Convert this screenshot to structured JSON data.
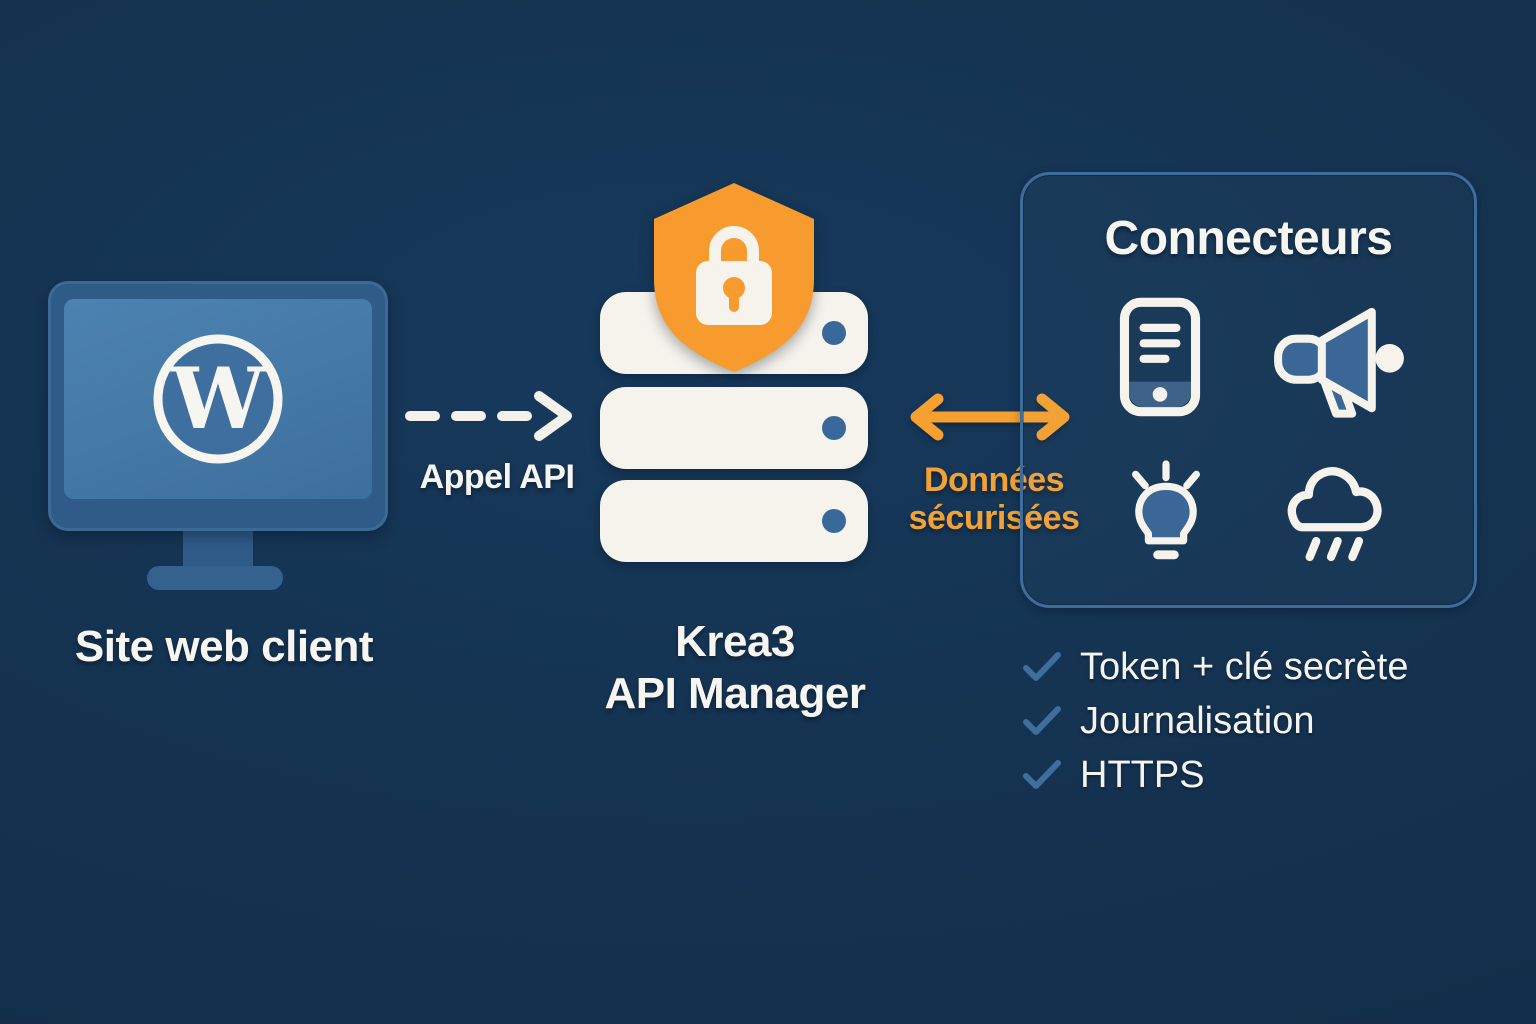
{
  "client_node": {
    "label": "Site web client",
    "icon": "wordpress-monitor-icon"
  },
  "api_call_edge": {
    "label": "Appel API",
    "style": "dashed-arrow-right"
  },
  "api_manager_node": {
    "title_line1": "Krea3",
    "title_line2": "API Manager",
    "icon": "server-stack-shield-lock-icon"
  },
  "secure_data_edge": {
    "label_line1": "Données",
    "label_line2": "sécurisées",
    "style": "double-headed-arrow"
  },
  "connectors_panel": {
    "title": "Connecteurs",
    "icons": [
      "smartphone-icon",
      "megaphone-icon",
      "lightbulb-icon",
      "rain-cloud-icon"
    ]
  },
  "checklist": {
    "items": [
      "Token + clé secrète",
      "Journalisation",
      "HTTPS"
    ]
  },
  "colors": {
    "background": "#14324F",
    "accent_orange": "#F59B2E",
    "steel_blue": "#3E6C9B",
    "monitor_frame": "#2F5B89",
    "screen_blue": "#4479A8",
    "card_white": "#F6F3EC",
    "text_white": "#F7F5F0"
  }
}
